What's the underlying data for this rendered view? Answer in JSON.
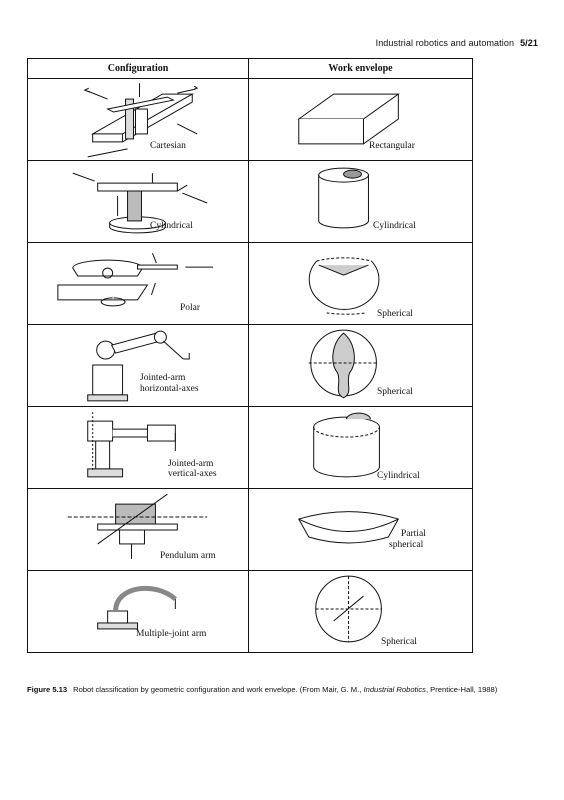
{
  "header": {
    "title": "Industrial robotics and automation",
    "page": "5/21"
  },
  "table": {
    "col_config": "Configuration",
    "col_envelope": "Work envelope",
    "rows": [
      {
        "config": "Cartesian",
        "envelope": "Rectangular"
      },
      {
        "config": "Cylindrical",
        "envelope": "Cylindrical"
      },
      {
        "config": "Polar",
        "envelope": "Spherical"
      },
      {
        "config": "Jointed-arm horizontal-axes",
        "config_l1": "Jointed-arm",
        "config_l2": "horizontal-axes",
        "envelope": "Spherical"
      },
      {
        "config": "Jointed-arm vertical-axes",
        "config_l1": "Jointed-arm",
        "config_l2": "vertical-axes",
        "envelope": "Cylindrical"
      },
      {
        "config": "Pendulum arm",
        "envelope": "Partial spherical",
        "env_l1": "Partial",
        "env_l2": "spherical"
      },
      {
        "config": "Multiple-joint arm",
        "envelope": "Spherical"
      }
    ]
  },
  "caption": {
    "figure": "Figure 5.13",
    "text": "Robot classification by geometric configuration and work envelope. (From Mair, G. M.,",
    "book": "Industrial Robotics",
    "tail": ", Prentice-Hall, 1988)"
  }
}
